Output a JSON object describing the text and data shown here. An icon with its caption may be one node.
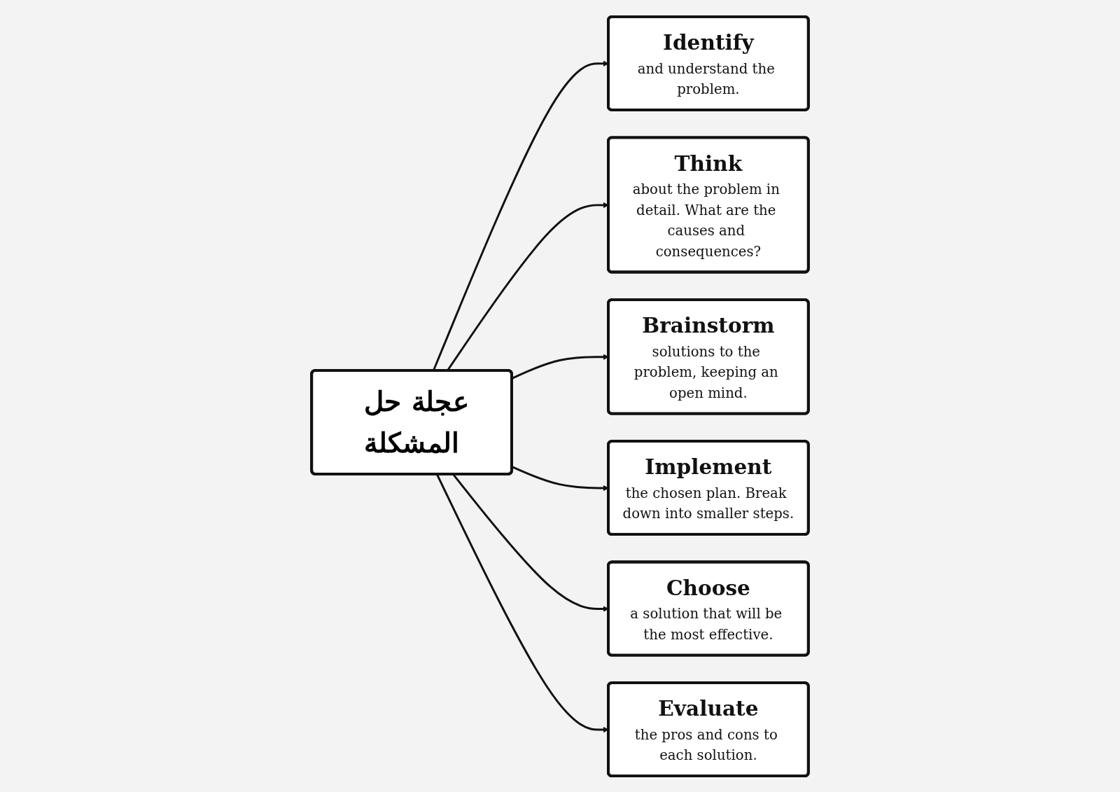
{
  "diagram": {
    "nodes": [
      {
        "text": [
          "Evaluate",
          "the pros and cons to each solution."
        ]
      },
      {
        "text": [
          "Identify",
          "and understand the problem."
        ]
      },
      {
        "text": [
          "Choose",
          "a solution that will be the most effective."
        ]
      },
      {
        "text": [
          "عجلة حل المشكلة"
        ]
      },
      {
        "text": [
          "Think",
          "about the problem in detail. What are the causes and consequences?"
        ]
      },
      {
        "text": [
          "Implement",
          "the chosen plan. Break down into smaller steps."
        ]
      },
      {
        "text": [
          "Brainstorm",
          "solutions to the problem, keeping an open mind."
        ]
      }
    ],
    "edges": [
      {
        "from": 3,
        "to": 1,
        "arrow": "to"
      },
      {
        "from": 3,
        "to": 4,
        "arrow": "to"
      },
      {
        "from": 3,
        "to": 6,
        "arrow": "to"
      },
      {
        "from": 3,
        "to": 5,
        "arrow": "to"
      },
      {
        "from": 3,
        "to": 2,
        "arrow": "to"
      },
      {
        "from": 3,
        "to": 0,
        "arrow": "to"
      }
    ]
  }
}
